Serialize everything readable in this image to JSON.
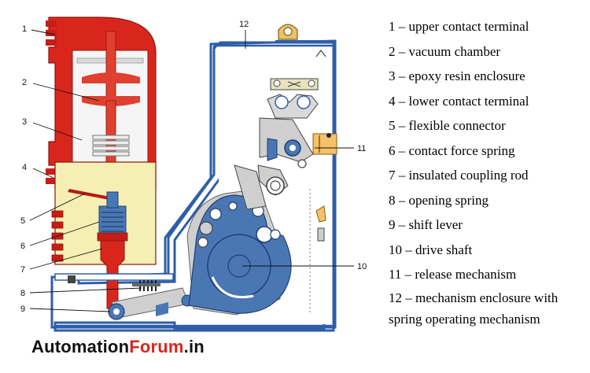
{
  "diagram": {
    "callout_numbers": [
      "1",
      "2",
      "3",
      "4",
      "5",
      "6",
      "7",
      "8",
      "9",
      "10",
      "11",
      "12"
    ]
  },
  "legend": [
    {
      "number": "1",
      "text": "1 – upper contact terminal"
    },
    {
      "number": "2",
      "text": "2 – vacuum chamber"
    },
    {
      "number": "3",
      "text": "3 – epoxy resin enclosure"
    },
    {
      "number": "4",
      "text": "4 – lower contact terminal"
    },
    {
      "number": "5",
      "text": "5 – flexible connector"
    },
    {
      "number": "6",
      "text": "6 – contact force spring"
    },
    {
      "number": "7",
      "text": "7 – insulated coupling rod"
    },
    {
      "number": "8",
      "text": "8 – opening spring"
    },
    {
      "number": "9",
      "text": "9 – shift lever"
    },
    {
      "number": "10",
      "text": "10 – drive shaft"
    },
    {
      "number": "11",
      "text": "11 – release mechanism"
    },
    {
      "number": "12",
      "text": "12 – mechanism enclosure with spring operating mechanism"
    }
  ],
  "brand": {
    "part_a": "Automation",
    "part_b": "Forum",
    "part_c": ".in"
  },
  "colors": {
    "pole_red": "#d9261c",
    "resin_yellow": "#f6efb4",
    "mech_blue": "#4a77b4",
    "mech_grey": "#cfcfcf",
    "outline_blue": "#2f5ea8"
  }
}
